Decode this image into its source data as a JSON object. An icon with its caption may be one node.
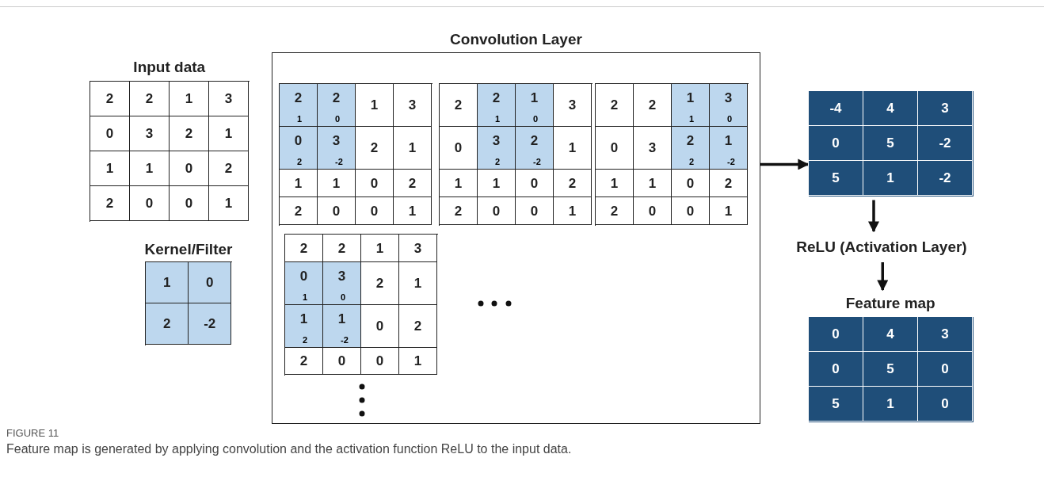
{
  "diagram": {
    "caption": "Feature map is generated by applying convolution and the activation function ReLU to the input data.",
    "nodes": [
      {
        "text": [
          "Input data",
          "2",
          "2",
          "1",
          "3",
          "0",
          "3",
          "2",
          "1",
          "1",
          "1",
          "0",
          "2",
          "2",
          "0",
          "0",
          "1"
        ]
      },
      {
        "text": [
          "Kernel/Filter",
          "1",
          "0",
          "2",
          "-2"
        ]
      },
      {
        "text": [
          "Convolution Layer"
        ]
      },
      {
        "text": [
          "2",
          "1",
          "2",
          "0",
          "1",
          "3",
          "0",
          "2",
          "3",
          "-2",
          "2",
          "1",
          "1",
          "1",
          "0",
          "2",
          "2",
          "0",
          "0",
          "1"
        ],
        "in": 2
      },
      {
        "text": [
          "2",
          "2",
          "1",
          "1",
          "0",
          "3",
          "0",
          "3",
          "2",
          "2",
          "-2",
          "1",
          "1",
          "1",
          "0",
          "2",
          "2",
          "0",
          "0",
          "1"
        ],
        "in": 2
      },
      {
        "text": [
          "2",
          "2",
          "1",
          "1",
          "3",
          "0",
          "0",
          "3",
          "2",
          "2",
          "1",
          "-2",
          "1",
          "1",
          "0",
          "2",
          "2",
          "0",
          "0",
          "1"
        ],
        "in": 2
      },
      {
        "text": [
          "2",
          "2",
          "1",
          "3",
          "0",
          "1",
          "3",
          "0",
          "2",
          "1",
          "1",
          "2",
          "1",
          "-2",
          "0",
          "2",
          "2",
          "0",
          "0",
          "1"
        ],
        "in": 2
      },
      {
        "text": [
          "-4",
          "4",
          "3",
          "0",
          "5",
          "-2",
          "5",
          "1",
          "-2"
        ]
      },
      {
        "text": [
          "ReLU (Activation Layer)"
        ]
      },
      {
        "text": [
          "Feature map",
          "0",
          "4",
          "3",
          "0",
          "5",
          "0",
          "5",
          "1",
          "0"
        ]
      }
    ],
    "edges": [
      {
        "from": 2,
        "to": 7,
        "arrow": "to"
      },
      {
        "from": 7,
        "to": 8,
        "arrow": "to"
      },
      {
        "from": 8,
        "to": 9,
        "arrow": "to"
      }
    ],
    "labels": [
      "FIGURE 11"
    ]
  }
}
